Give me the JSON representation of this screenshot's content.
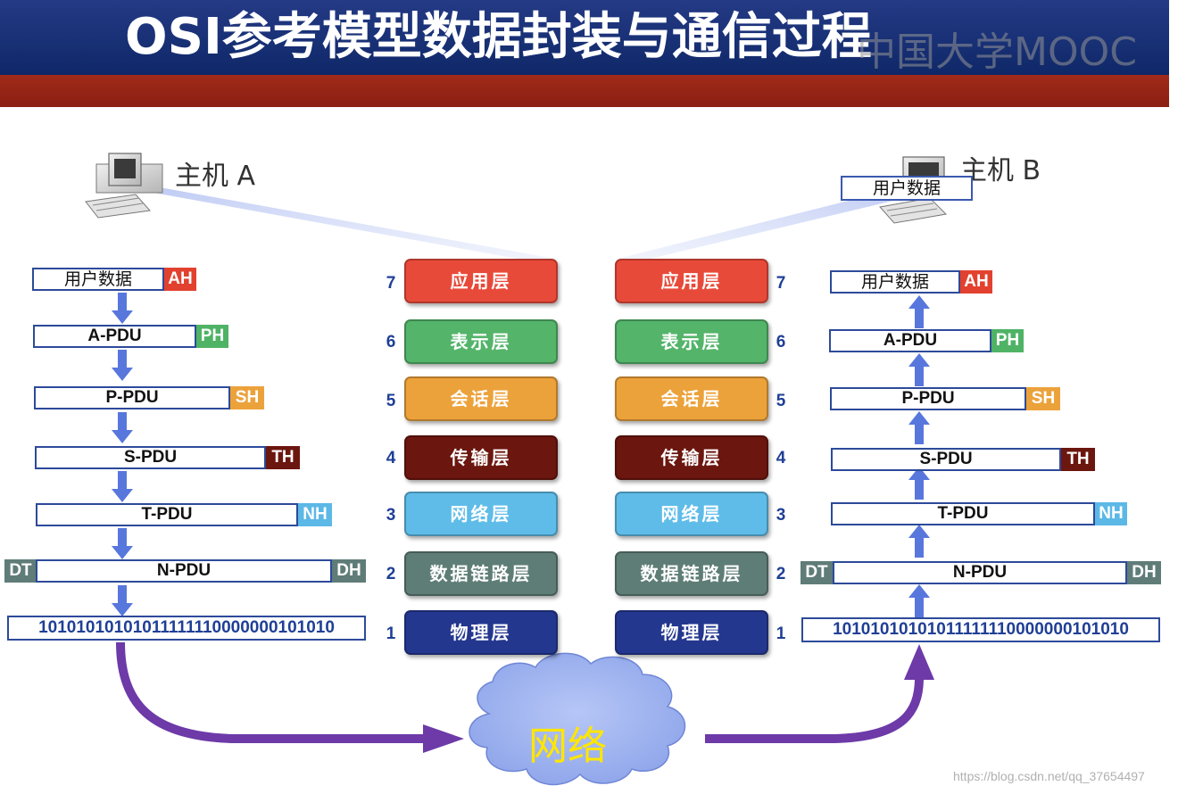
{
  "title": "OSI参考模型数据封装与通信过程",
  "watermark": "中国大学MOOC",
  "footer_url": "https://blog.csdn.net/qq_37654497",
  "hostA": {
    "label": "主机 A"
  },
  "hostB": {
    "label": "主机 B",
    "user_data_label": "用户数据"
  },
  "cloud_label": "网络",
  "colors": {
    "header_blue": "#1b2f77",
    "header_red": "#93241a",
    "app": "#e84a3a",
    "pres": "#54b46a",
    "sess": "#eca23b",
    "trans": "#6b160e",
    "net": "#5fbce8",
    "link": "#5e7d76",
    "phys": "#24378f",
    "arrow_blue": "#5877dd",
    "arrow_purple": "#6d3aa8",
    "cloud": "#9eb3f0",
    "cloud_text": "#ffe600"
  },
  "layers": [
    {
      "num": "7",
      "name": "应用层"
    },
    {
      "num": "6",
      "name": "表示层"
    },
    {
      "num": "5",
      "name": "会话层"
    },
    {
      "num": "4",
      "name": "传输层"
    },
    {
      "num": "3",
      "name": "网络层"
    },
    {
      "num": "2",
      "name": "数据链路层"
    },
    {
      "num": "1",
      "name": "物理层"
    }
  ],
  "left_stack": [
    {
      "pdu": "用户数据",
      "header": "AH"
    },
    {
      "pdu": "A-PDU",
      "header": "PH"
    },
    {
      "pdu": "P-PDU",
      "header": "SH"
    },
    {
      "pdu": "S-PDU",
      "header": "TH"
    },
    {
      "pdu": "T-PDU",
      "header": "NH"
    },
    {
      "pdu": "N-PDU",
      "header": "DH",
      "trailer": "DT"
    },
    {
      "pdu": "10101010101011111110000000101010"
    }
  ],
  "right_stack": [
    {
      "pdu": "用户数据",
      "header": "AH"
    },
    {
      "pdu": "A-PDU",
      "header": "PH"
    },
    {
      "pdu": "P-PDU",
      "header": "SH"
    },
    {
      "pdu": "S-PDU",
      "header": "TH"
    },
    {
      "pdu": "T-PDU",
      "header": "NH"
    },
    {
      "pdu": "N-PDU",
      "header": "DH",
      "trailer": "DT"
    },
    {
      "pdu": "10101010101011111110000000101010"
    }
  ]
}
